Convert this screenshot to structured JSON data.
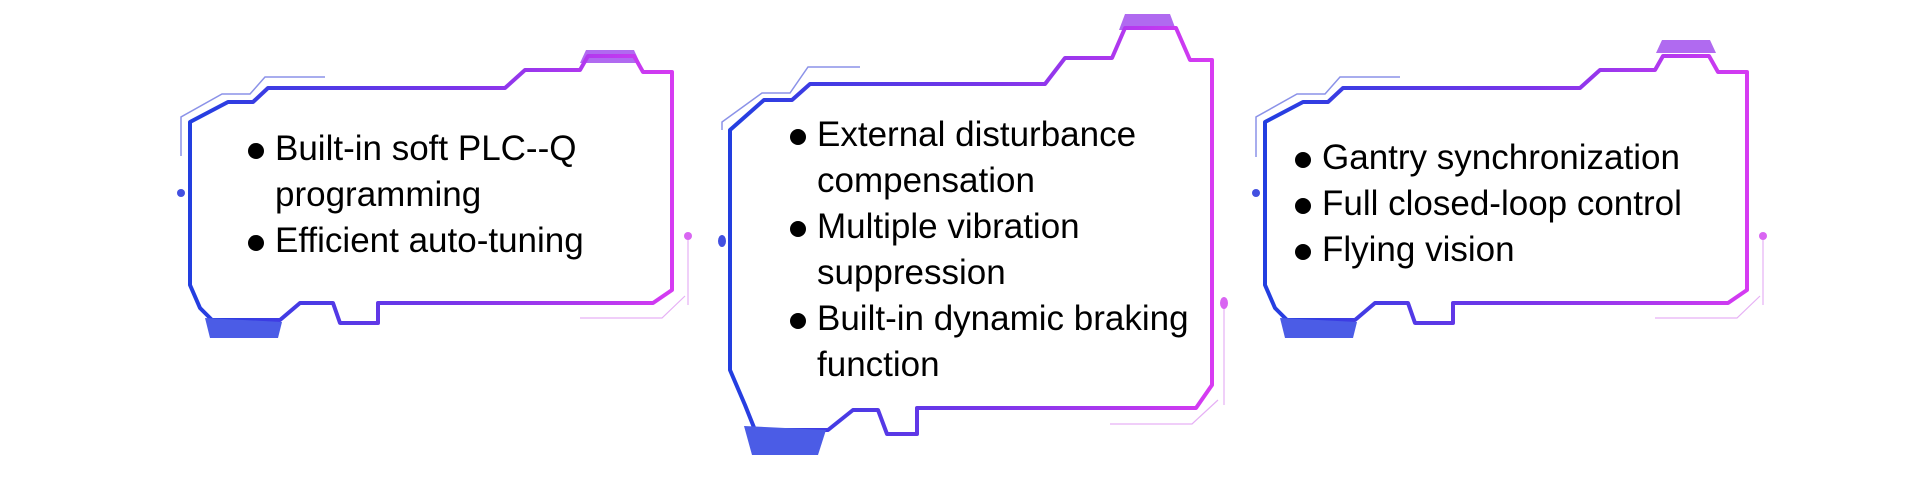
{
  "colors": {
    "gradient_start": "#1f3fe0",
    "gradient_mid": "#7a35ea",
    "gradient_end": "#d93bf2",
    "tab_top": "#b06af0",
    "tab_bottom": "#4b5ce6",
    "text": "#000000"
  },
  "cards": [
    {
      "items": [
        "Built-in soft PLC--Q programming",
        "Efficient auto-tuning"
      ]
    },
    {
      "items": [
        "External disturbance compensation",
        "Multiple vibration suppression",
        "Built-in dynamic braking function"
      ]
    },
    {
      "items": [
        "Gantry synchronization",
        "Full closed-loop control",
        "Flying vision"
      ]
    }
  ]
}
